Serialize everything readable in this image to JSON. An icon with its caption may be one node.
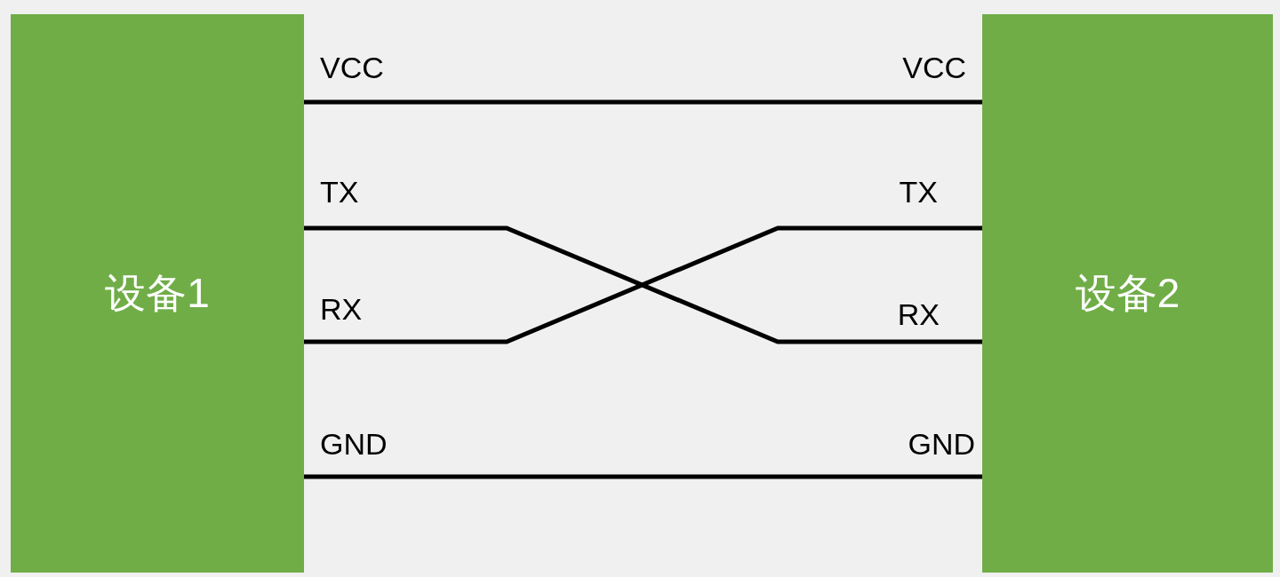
{
  "diagram": {
    "nodes": [
      {
        "text": [
          "设备1"
        ]
      },
      {
        "text": [
          "设备2"
        ]
      }
    ],
    "edges": [
      {
        "from": 0,
        "to": 1,
        "arrow": "none"
      },
      {
        "from": 0,
        "to": 1,
        "arrow": "none"
      },
      {
        "from": 0,
        "to": 1,
        "arrow": "none"
      },
      {
        "from": 0,
        "to": 1,
        "arrow": "none"
      }
    ],
    "labels": [
      "VCC",
      "VCC",
      "TX",
      "TX",
      "RX",
      "RX",
      "GND",
      "GND"
    ]
  }
}
